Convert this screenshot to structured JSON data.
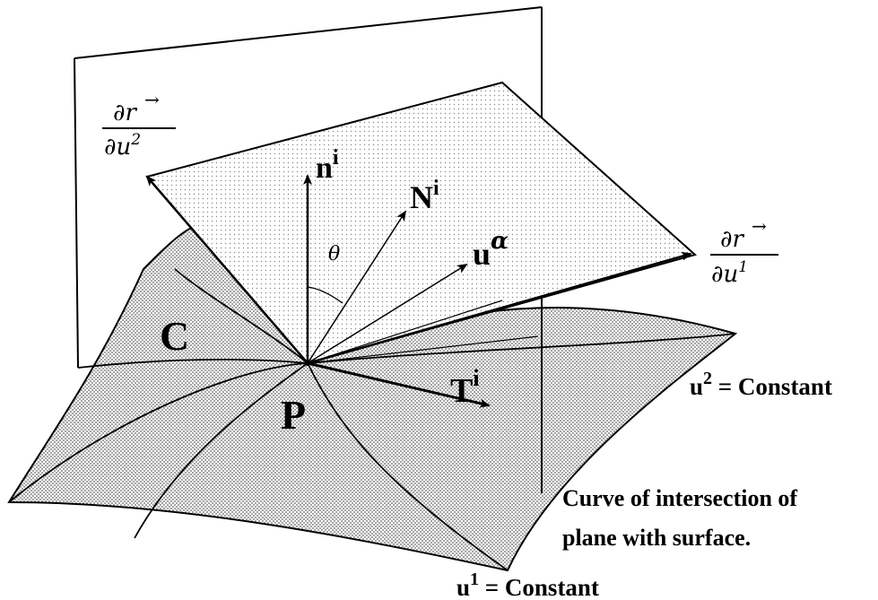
{
  "labels": {
    "n": "n",
    "n_sup": "i",
    "N": "N",
    "N_sup": "i",
    "u": "u",
    "u_sup": "α",
    "T": "T",
    "T_sup": "i",
    "C": "C",
    "P": "P",
    "theta": "θ",
    "partial_num": "∂r",
    "partial_den_u2": "∂u",
    "partial_den_u2_sup": "2",
    "partial_den_u1": "∂u",
    "partial_den_u1_sup": "1",
    "u2_const_u": "u",
    "u2_const_sup": "2",
    "u2_const_text": " = Constant",
    "u1_const_u": "u",
    "u1_const_sup": "1",
    "u1_const_text": " = Constant",
    "curve_line1": "Curve of intersection of",
    "curve_line2": "plane with surface."
  },
  "colors": {
    "ink": "#000000",
    "surface_fill": "#d9d9d9",
    "plane_fill": "#ededed"
  },
  "icons": [
    "arrow-head-icon"
  ]
}
